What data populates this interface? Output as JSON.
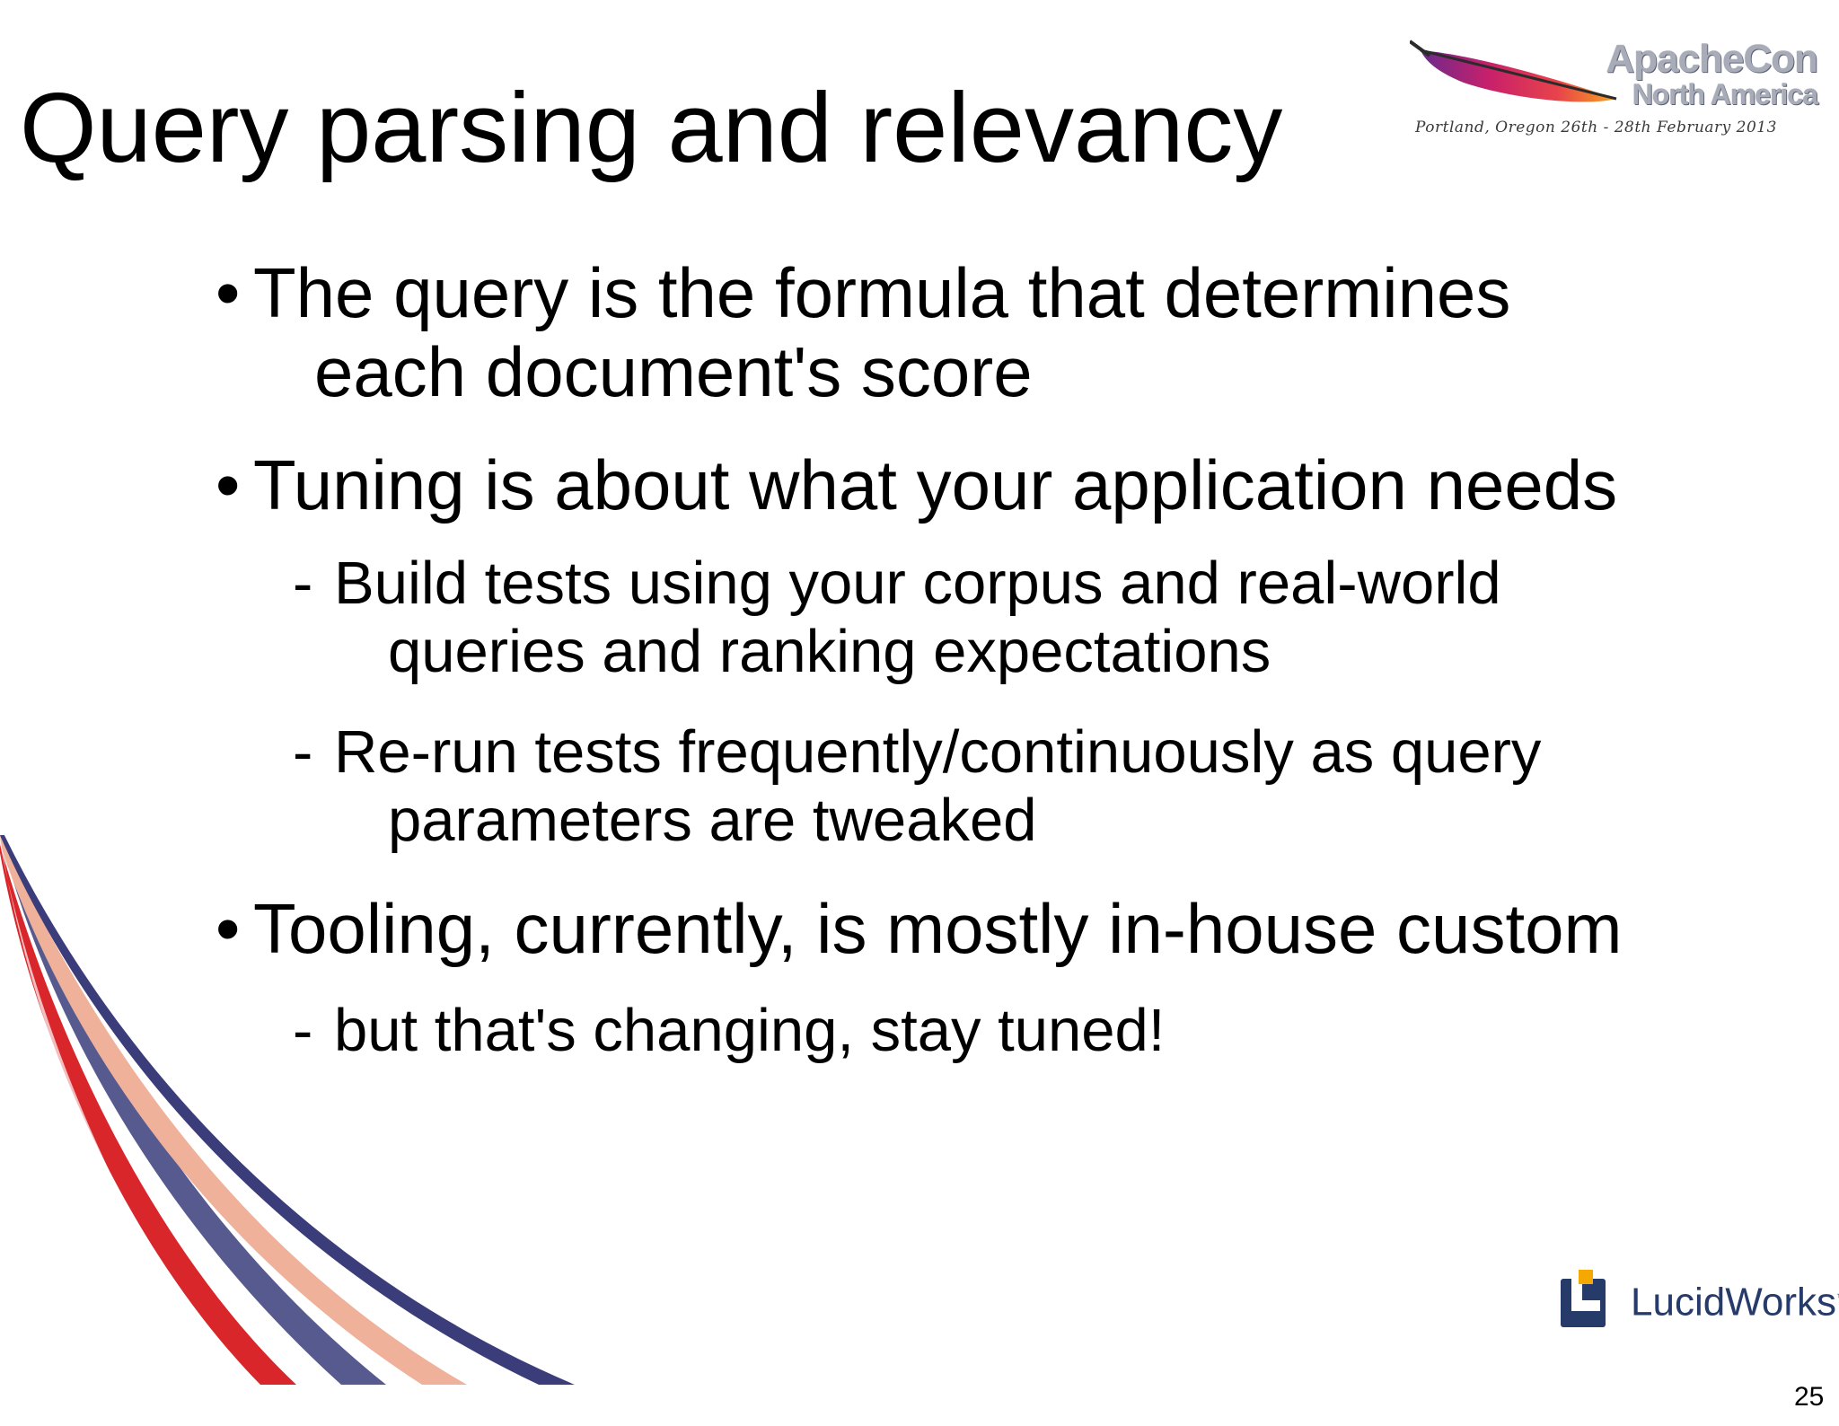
{
  "slide": {
    "title": "Query parsing and relevancy",
    "bullet_marker": "•",
    "sub_marker": "-",
    "bullets": [
      {
        "line1": "The query is the formula that determines",
        "line2": "each document's score"
      },
      {
        "line1": "Tuning is about what your application needs",
        "subs": [
          {
            "line1": "Build tests using your corpus and real-world",
            "line2": "queries and ranking expectations"
          },
          {
            "line1": "Re-run tests frequently/continuously as query",
            "line2": "parameters are tweaked"
          }
        ]
      },
      {
        "line1": "Tooling, currently, is mostly in-house custom",
        "subs": [
          {
            "line1": "but that's changing, stay tuned!"
          }
        ]
      }
    ],
    "page_number": "25"
  },
  "conference_logo": {
    "name_line1": "ApacheCon",
    "name_line2": "North America",
    "tagline": "Portland, Oregon 26th - 28th February 2013",
    "icon": "apache-feather-icon"
  },
  "sponsor_logo": {
    "name": "LucidWorks",
    "trademark": "™",
    "icon": "lucidworks-mark-icon",
    "color": "#273b6b",
    "accent": "#f5a800"
  },
  "colors": {
    "swoosh_red": "#d9262b",
    "swoosh_navy": "#3a3d7a",
    "swoosh_peach": "#efb19a"
  }
}
